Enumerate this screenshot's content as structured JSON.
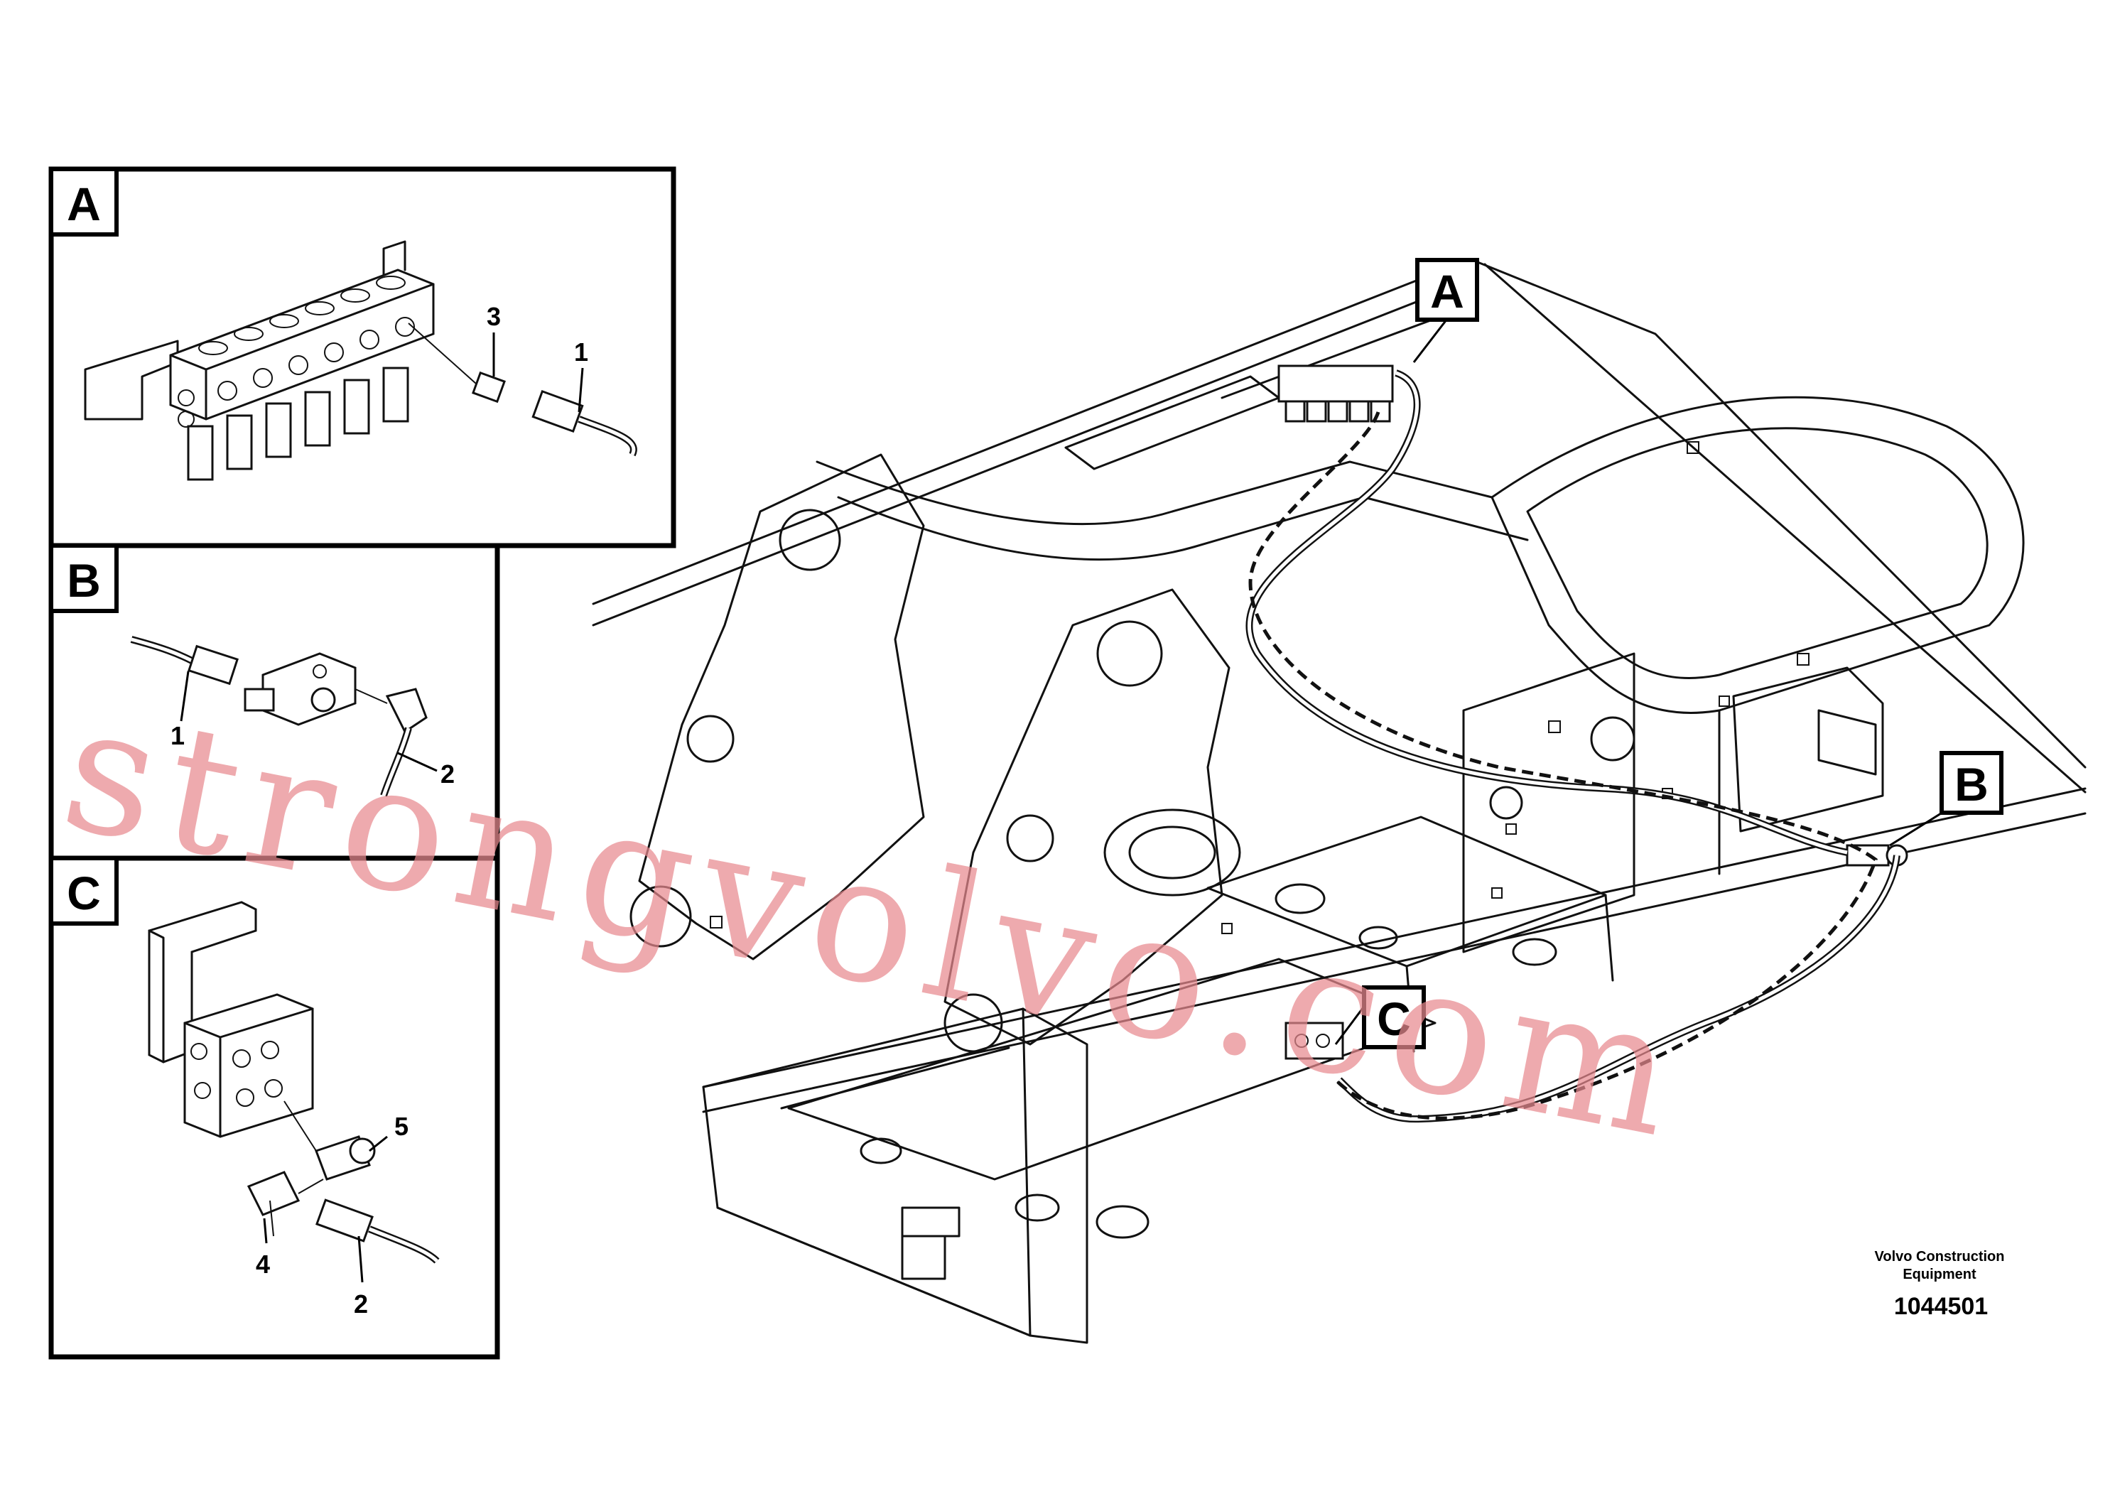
{
  "diagram": {
    "detail_panels": [
      {
        "tag": "A",
        "callouts": [
          "3",
          "1"
        ]
      },
      {
        "tag": "B",
        "callouts": [
          "1",
          "2"
        ]
      },
      {
        "tag": "C",
        "callouts": [
          "5",
          "4",
          "2"
        ]
      }
    ],
    "main_view_tags": [
      "A",
      "B",
      "C"
    ],
    "caption_line1": "Volvo Construction",
    "caption_line2": "Equipment",
    "document_number": "1044501",
    "watermark": "strongvolvo.com",
    "watermark_color": "#e8898f"
  }
}
